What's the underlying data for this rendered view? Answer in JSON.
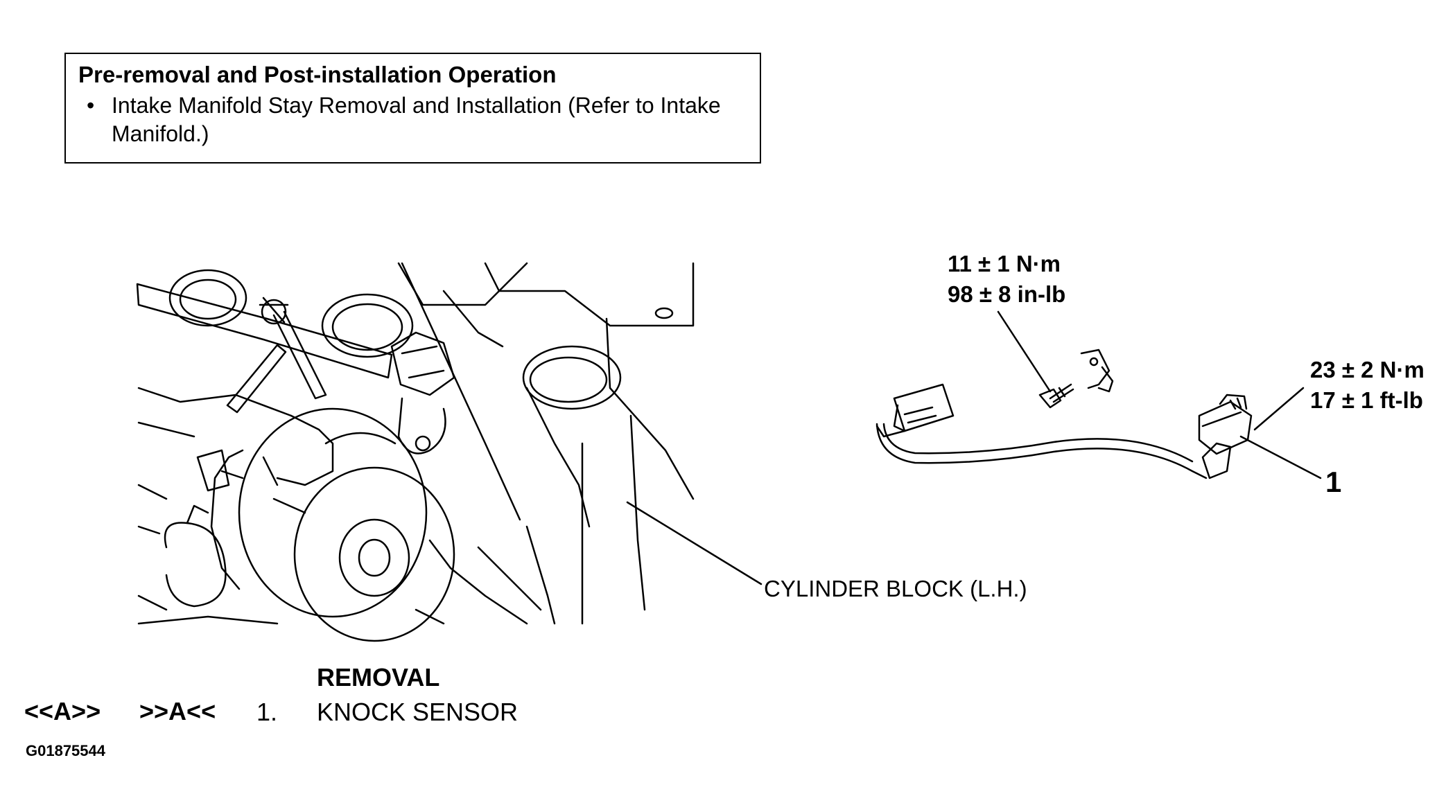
{
  "note": {
    "title": "Pre-removal and Post-installation Operation",
    "bullet": "•",
    "item": "Intake Manifold Stay Removal and Installation (Refer to Intake Manifold.)"
  },
  "torque_bolt": {
    "metric": "11 ± 1 N·m",
    "imperial": "98 ± 8 in-lb"
  },
  "torque_sensor": {
    "metric": "23 ± 2 N·m",
    "imperial": "17 ± 1 ft-lb"
  },
  "callout_number": "1",
  "cylinder_block_label": "CYLINDER BLOCK (L.H.)",
  "removal": {
    "heading": "REMOVAL",
    "remove_code": "<<A>>",
    "install_code": ">>A<<",
    "step_number": "1.",
    "step_text": "KNOCK SENSOR"
  },
  "figure_id": "G01875544"
}
